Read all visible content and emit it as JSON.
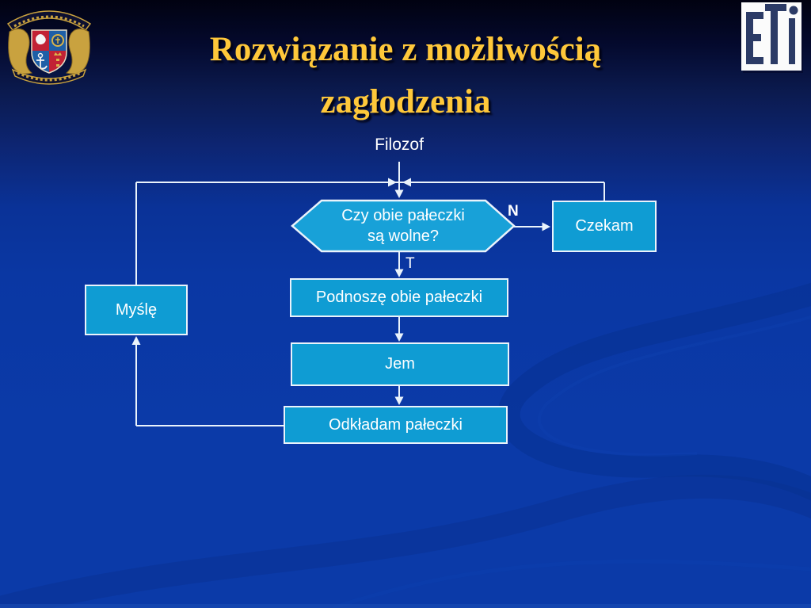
{
  "slide": {
    "title_line1": "Rozwiązanie z możliwością",
    "title_line2": "zagłodzenia"
  },
  "logos": {
    "eti_letters": "ETI",
    "crest": "politechnika-gdanska-coat-of-arms"
  },
  "flowchart": {
    "entry_label": "Filozof",
    "decision": {
      "line1": "Czy obie pałeczki",
      "line2": "są wolne?"
    },
    "branch_no": "N",
    "branch_yes": "T",
    "boxes": {
      "wait": "Czekam",
      "pickup": "Podnoszę obie pałeczki",
      "eat": "Jem",
      "putdown": "Odkładam pałeczki",
      "think": "Myślę"
    }
  },
  "colors": {
    "background_top": "#010211",
    "background_main": "#0b3aa8",
    "box_fill": "#0f9cd3",
    "hexagon_fill": "#18a1d8",
    "box_border": "#eaf3fb",
    "connector": "#eaf3fb",
    "title": "#ffc83a",
    "text": "#ffffff",
    "eti_letters_color": "#2c3b66"
  }
}
